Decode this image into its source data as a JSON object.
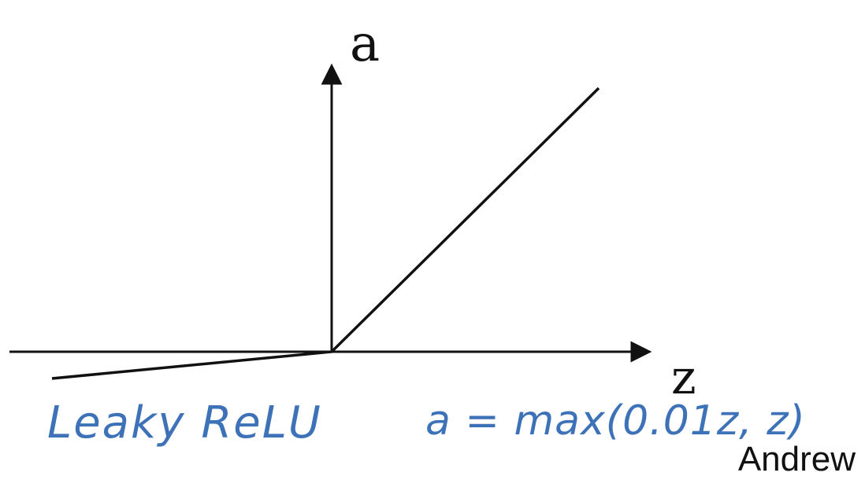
{
  "diagram": {
    "y_axis_label": "a",
    "x_axis_label": "z",
    "curve": "leaky relu"
  },
  "annotation": {
    "name": "Leaky ReLU",
    "formula": "a = max(0.01z, z)"
  },
  "credit": "Andrew",
  "colors": {
    "axes": "#111111",
    "curve": "#111111",
    "handwriting": "#3d72b8"
  }
}
